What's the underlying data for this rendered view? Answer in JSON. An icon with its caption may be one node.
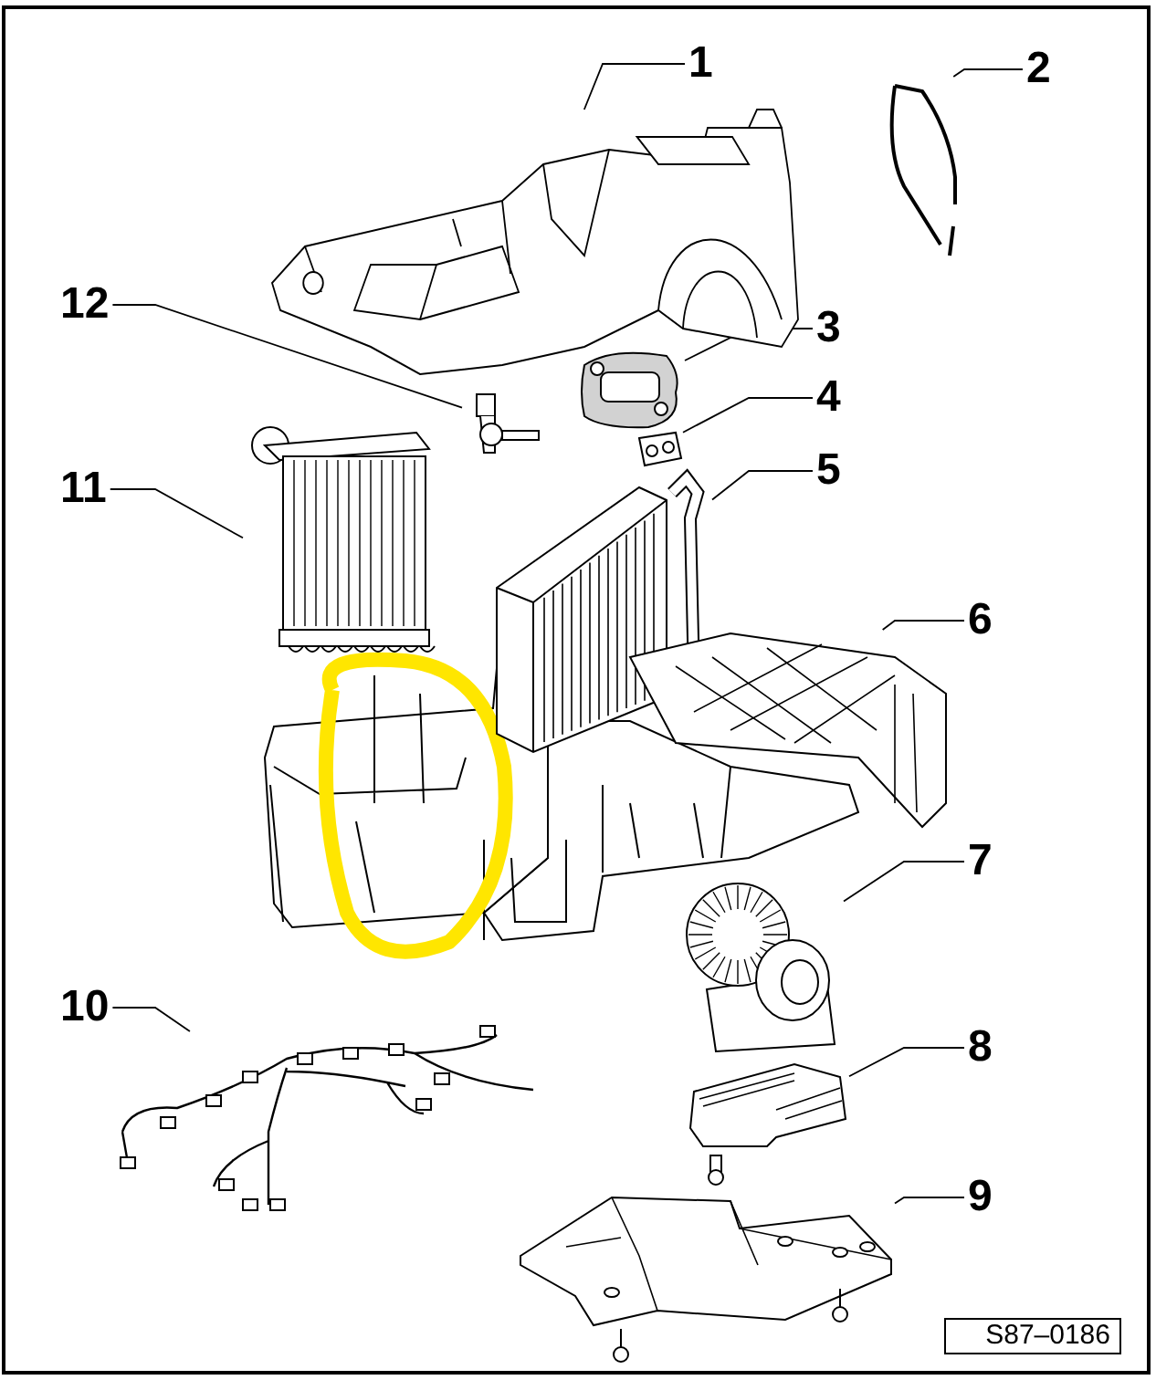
{
  "diagram": {
    "nodes": [
      {
        "text": [
          "1"
        ]
      },
      {
        "text": [
          "2"
        ]
      },
      {
        "text": [
          "3"
        ]
      },
      {
        "text": [
          "4"
        ]
      },
      {
        "text": [
          "5"
        ]
      },
      {
        "text": [
          "6"
        ]
      },
      {
        "text": [
          "7"
        ]
      },
      {
        "text": [
          "8"
        ]
      },
      {
        "text": [
          "9"
        ]
      },
      {
        "text": [
          "10"
        ]
      },
      {
        "text": [
          "11"
        ]
      },
      {
        "text": [
          "12"
        ]
      },
      {
        "text": [],
        "shape": "picture"
      },
      {
        "text": [],
        "shape": "picture"
      },
      {
        "text": [],
        "shape": "picture"
      },
      {
        "text": [],
        "shape": "picture"
      },
      {
        "text": [],
        "shape": "picture"
      },
      {
        "text": [],
        "shape": "picture"
      },
      {
        "text": [],
        "shape": "picture"
      },
      {
        "text": [],
        "shape": "picture"
      },
      {
        "text": [],
        "shape": "picture"
      },
      {
        "text": [],
        "shape": "picture"
      },
      {
        "text": [],
        "shape": "picture"
      },
      {
        "text": [],
        "shape": "picture"
      }
    ],
    "edges": [
      {
        "from": 0,
        "to": 12,
        "arrow": "none"
      },
      {
        "from": 1,
        "to": 13,
        "arrow": "none"
      },
      {
        "from": 2,
        "to": 14,
        "arrow": "none"
      },
      {
        "from": 3,
        "to": 15,
        "arrow": "none"
      },
      {
        "from": 4,
        "to": 16,
        "arrow": "none"
      },
      {
        "from": 5,
        "to": 17,
        "arrow": "none"
      },
      {
        "from": 6,
        "to": 18,
        "arrow": "none"
      },
      {
        "from": 7,
        "to": 19,
        "arrow": "none"
      },
      {
        "from": 8,
        "to": 20,
        "arrow": "none"
      },
      {
        "from": 9,
        "to": 21,
        "arrow": "none"
      },
      {
        "from": 10,
        "to": 22,
        "arrow": "none"
      },
      {
        "from": 11,
        "to": 23,
        "arrow": "none"
      }
    ],
    "labels": [
      "S87–0186"
    ]
  }
}
